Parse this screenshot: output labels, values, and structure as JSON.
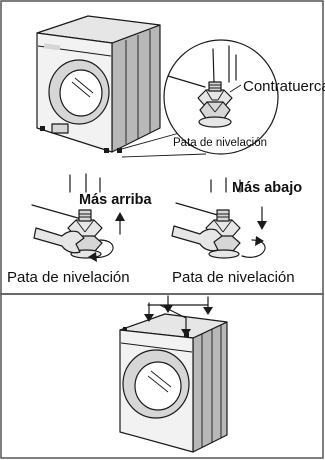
{
  "labels": {
    "locknut": "Contratuerca",
    "leveling_foot_small": "Pata de nivelación",
    "higher": "Más arriba",
    "lower": "Más abajo",
    "leveling_foot_left": "Pata de nivelación",
    "leveling_foot_right": "Pata de nivelación"
  }
}
